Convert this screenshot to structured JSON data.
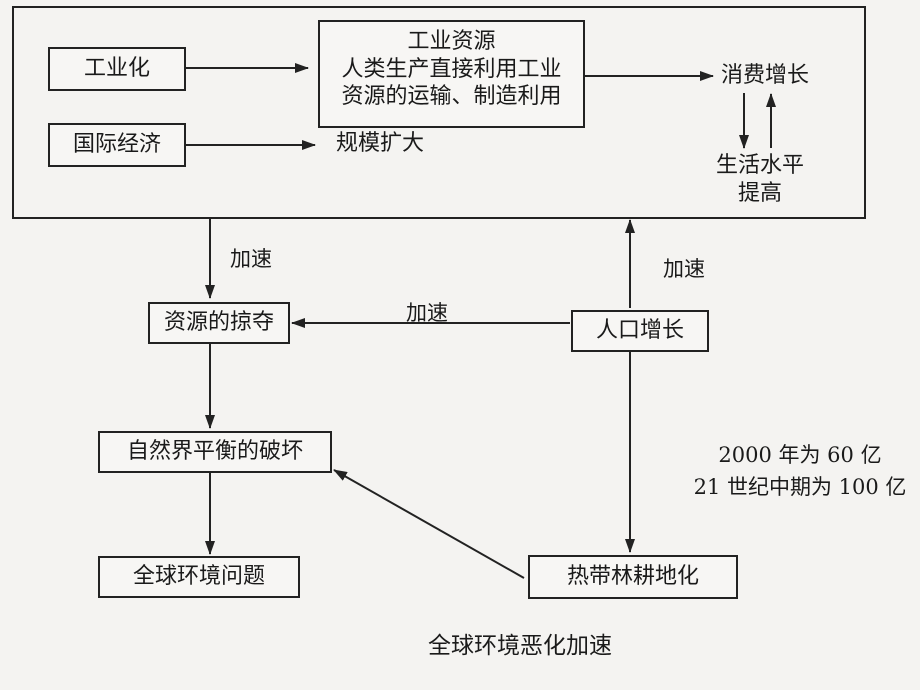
{
  "nodes": {
    "industrialization": "工业化",
    "international_economy": "国际经济",
    "industrial_resources": {
      "title": "工业资源",
      "line1": "人类生产直接利用工业",
      "line2": "资源的运输、制造利用"
    },
    "scale_expansion": "规模扩大",
    "consumption_growth": "消费增长",
    "living_standard": {
      "line1": "生活水平",
      "line2": "提高"
    },
    "resource_plunder": "资源的掠夺",
    "population_growth": "人口增长",
    "nature_balance_damage": "自然界平衡的破坏",
    "global_env_problems": "全球环境问题",
    "tropical_forest_farmland": "热带林耕地化"
  },
  "edge_labels": {
    "accelerate_down": "加速",
    "accelerate_left": "加速",
    "accelerate_up": "加速"
  },
  "population_note": {
    "line1": "2000 年为 60 亿",
    "line2": "21 世纪中期为 100 亿"
  },
  "caption": "全球环境恶化加速"
}
